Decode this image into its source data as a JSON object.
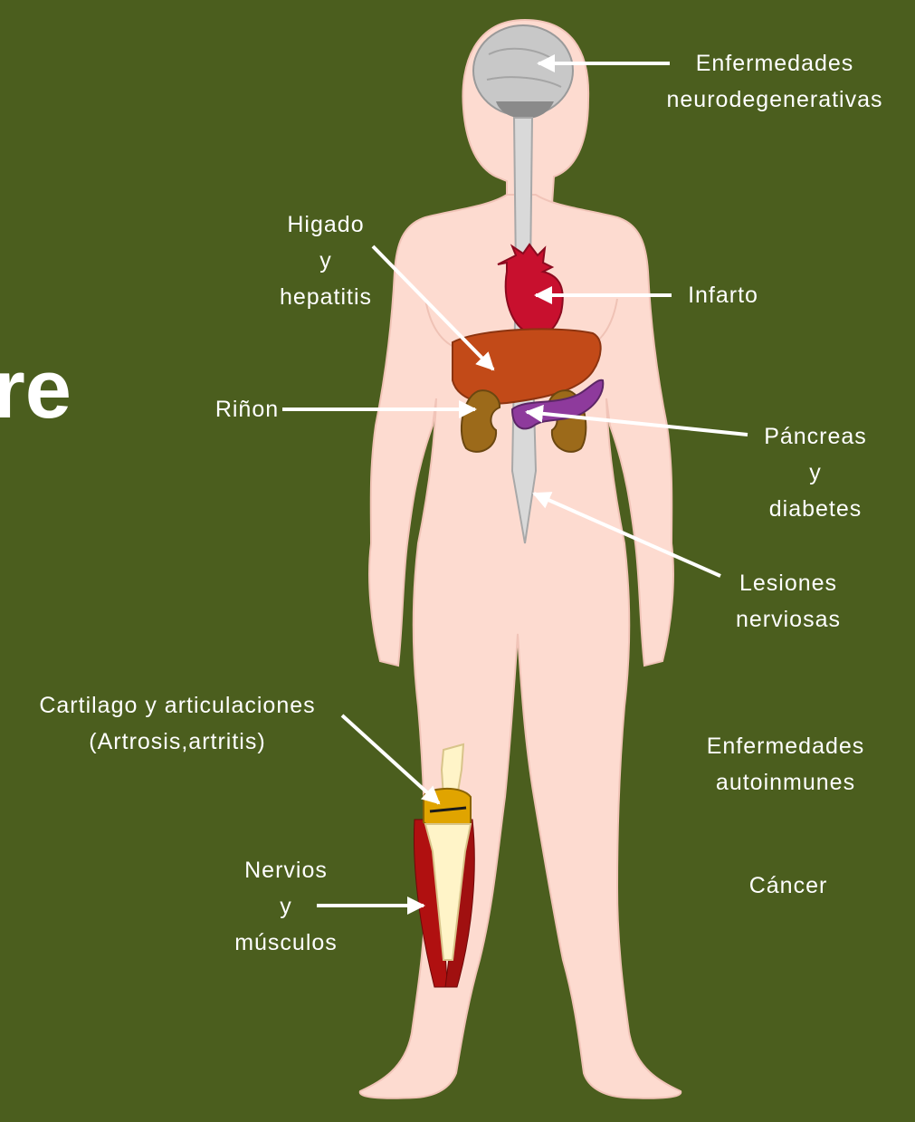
{
  "title_fragment": "re",
  "labels": {
    "neuro": [
      "Enfermedades",
      "neurodegenerativas"
    ],
    "liver": [
      "Higado",
      "y",
      "hepatitis"
    ],
    "infarct": [
      "Infarto"
    ],
    "kidney": [
      "Riñon"
    ],
    "pancreas": [
      "Páncreas",
      "y",
      "diabetes"
    ],
    "nerve_lesions": [
      "Lesiones",
      "nerviosas"
    ],
    "cartilage": [
      "Cartilago y articulaciones",
      "(Artrosis,artritis)"
    ],
    "autoimmune": [
      "Enfermedades",
      "autoinmunes"
    ],
    "nerves_muscles": [
      "Nervios",
      "y",
      "músculos"
    ],
    "cancer": [
      "Cáncer"
    ]
  },
  "colors": {
    "background": "#4b5e1e",
    "skin": "#fddbd0",
    "brain": "#c8c8c8",
    "spinal_cord": "#d9d9d9",
    "heart": "#c8102e",
    "liver": "#c24a18",
    "kidney": "#9c6a1a",
    "pancreas": "#8e3a9c",
    "cartilage": "#e0a400",
    "bone": "#fff4c8",
    "muscle": "#b01010",
    "text": "#ffffff"
  }
}
